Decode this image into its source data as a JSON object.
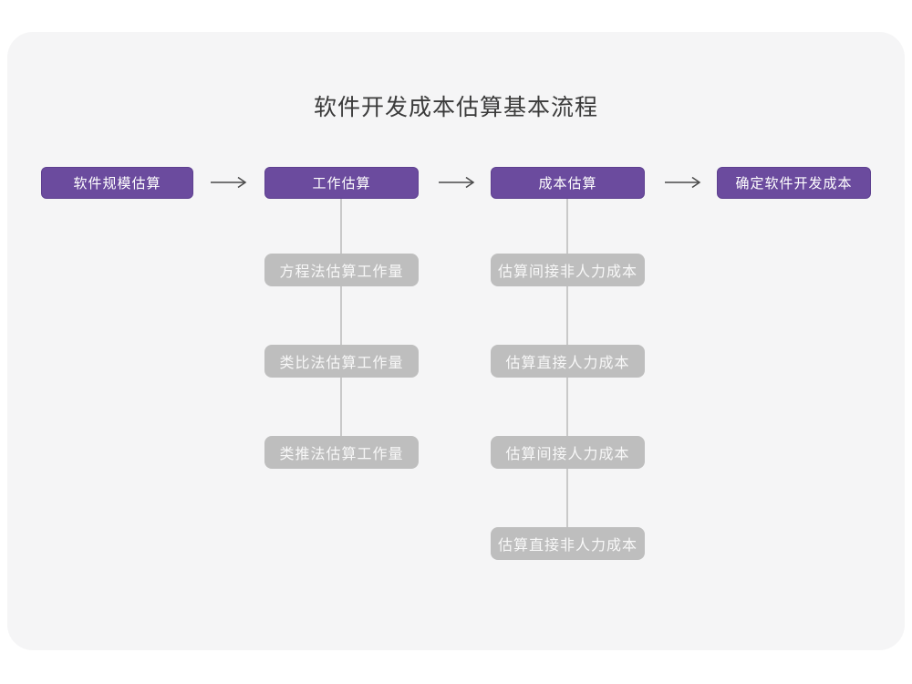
{
  "title": "软件开发成本估算基本流程",
  "colors": {
    "accent_purple": "#6b4b9e",
    "node_gray": "#bebebe",
    "panel_background": "#f5f5f6",
    "outer_background": "#ffffff",
    "title_text": "#3b3b3b",
    "arrow": "#4a4a4a",
    "connector_line": "#c9c9c9"
  },
  "flow": {
    "main_steps": [
      {
        "label": "软件规模估算"
      },
      {
        "label": "工作估算"
      },
      {
        "label": "成本估算"
      },
      {
        "label": "确定软件开发成本"
      }
    ],
    "work_estimation_methods": [
      "方程法估算工作量",
      "类比法估算工作量",
      "类推法估算工作量"
    ],
    "cost_estimation_steps": [
      "估算间接非人力成本",
      "估算直接人力成本",
      "估算间接人力成本",
      "估算直接非人力成本"
    ]
  }
}
